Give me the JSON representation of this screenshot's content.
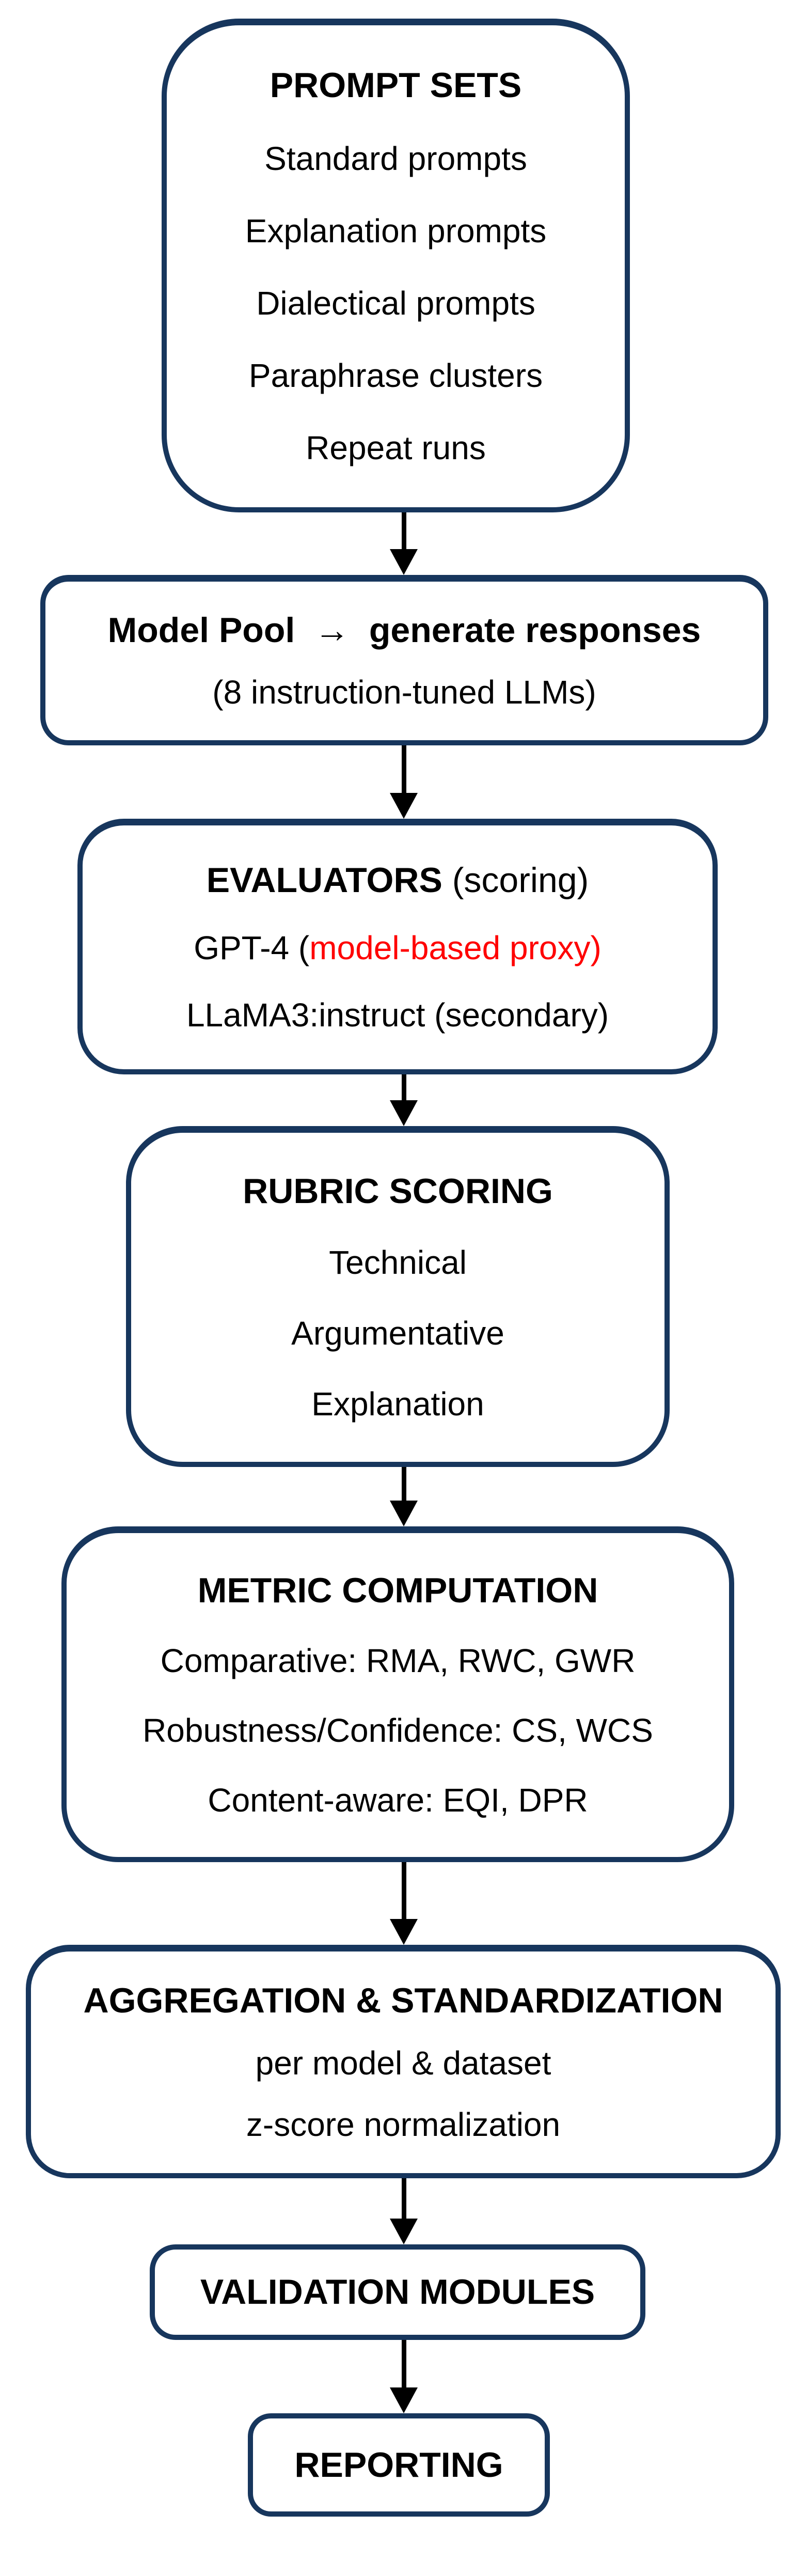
{
  "colors": {
    "border_navy": "#17365d",
    "accent_red": "#ff0000",
    "arrow_black": "#000000",
    "text_black": "#000000",
    "background_white": "#ffffff"
  },
  "boxes": [
    {
      "name": "prompt-sets",
      "lines": [
        {
          "segments": [
            {
              "text": "PROMPT SETS",
              "bold": true
            }
          ]
        },
        {
          "segments": [
            {
              "text": "Standard prompts"
            }
          ]
        },
        {
          "segments": [
            {
              "text": "Explanation prompts"
            }
          ]
        },
        {
          "segments": [
            {
              "text": "Dialectical prompts"
            }
          ]
        },
        {
          "segments": [
            {
              "text": "Paraphrase clusters"
            }
          ]
        },
        {
          "segments": [
            {
              "text": "Repeat runs"
            }
          ]
        }
      ]
    },
    {
      "name": "model-pool",
      "lines": [
        {
          "segments": [
            {
              "text": "Model Pool  →  generate responses",
              "bold": true
            }
          ]
        },
        {
          "segments": [
            {
              "text": "(8 instruction-tuned LLMs)"
            }
          ]
        }
      ]
    },
    {
      "name": "evaluators",
      "lines": [
        {
          "segments": [
            {
              "text": "EVALUATORS ",
              "bold": true
            },
            {
              "text": "(scoring)"
            }
          ]
        },
        {
          "segments": [
            {
              "text": "GPT-4 ("
            },
            {
              "text": "model-based proxy)",
              "color": "#ff0000"
            }
          ]
        },
        {
          "segments": [
            {
              "text": "LLaMA3:instruct (secondary)"
            }
          ]
        }
      ]
    },
    {
      "name": "rubric-scoring",
      "lines": [
        {
          "segments": [
            {
              "text": "RUBRIC SCORING",
              "bold": true
            }
          ]
        },
        {
          "segments": [
            {
              "text": "Technical"
            }
          ]
        },
        {
          "segments": [
            {
              "text": "Argumentative"
            }
          ]
        },
        {
          "segments": [
            {
              "text": "Explanation"
            }
          ]
        }
      ]
    },
    {
      "name": "metric-computation",
      "lines": [
        {
          "segments": [
            {
              "text": "METRIC COMPUTATION",
              "bold": true
            }
          ]
        },
        {
          "segments": [
            {
              "text": "Comparative: RMA, RWC, GWR"
            }
          ]
        },
        {
          "segments": [
            {
              "text": "Robustness/Confidence: CS, WCS"
            }
          ]
        },
        {
          "segments": [
            {
              "text": "Content-aware: EQI, DPR"
            }
          ]
        }
      ]
    },
    {
      "name": "aggregation-standardization",
      "lines": [
        {
          "segments": [
            {
              "text": "AGGREGATION & STANDARDIZATION",
              "bold": true
            }
          ]
        },
        {
          "segments": [
            {
              "text": "per model & dataset"
            }
          ]
        },
        {
          "segments": [
            {
              "text": "z-score normalization"
            }
          ]
        }
      ]
    },
    {
      "name": "validation-modules",
      "lines": [
        {
          "segments": [
            {
              "text": "VALIDATION MODULES",
              "bold": true
            }
          ]
        }
      ]
    },
    {
      "name": "reporting",
      "lines": [
        {
          "segments": [
            {
              "text": "REPORTING",
              "bold": true
            }
          ]
        }
      ]
    }
  ]
}
